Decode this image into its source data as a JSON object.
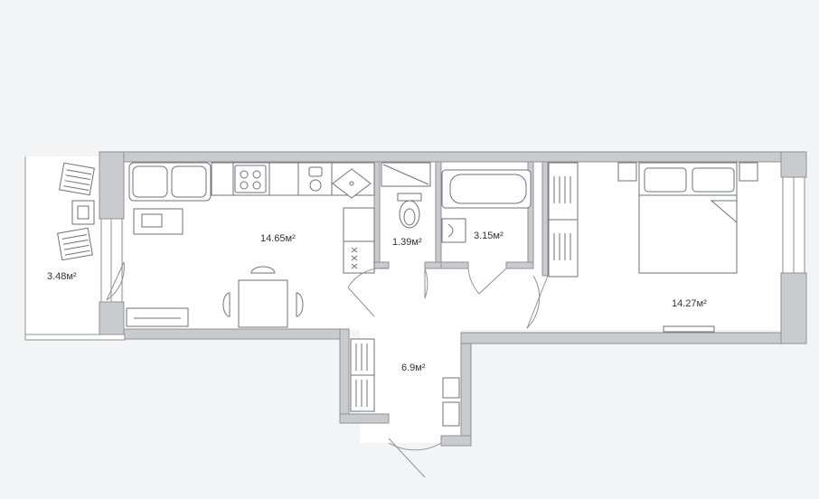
{
  "floor_plan": {
    "rooms": [
      {
        "id": "balcony",
        "area": "3.48м²"
      },
      {
        "id": "kitchen-living",
        "area": "14.65м²"
      },
      {
        "id": "toilet",
        "area": "1.39м²"
      },
      {
        "id": "bathroom",
        "area": "3.15м²"
      },
      {
        "id": "bedroom",
        "area": "14.27м²"
      },
      {
        "id": "hallway",
        "area": "6.9м²"
      }
    ],
    "colors": {
      "background": "#f3f4f6",
      "wall_fill": "#c9cbcf",
      "wall_stroke": "#8e9196",
      "floor": "#ffffff",
      "furniture_stroke": "#6f7277"
    },
    "icons": [
      "sofa-icon",
      "tv-icon",
      "dining-table-icon",
      "stove-icon",
      "sink-icon",
      "toilet-icon",
      "bathtub-icon",
      "wardrobe-icon",
      "bed-icon",
      "lounge-chair-icon",
      "door-swing-icon"
    ]
  }
}
